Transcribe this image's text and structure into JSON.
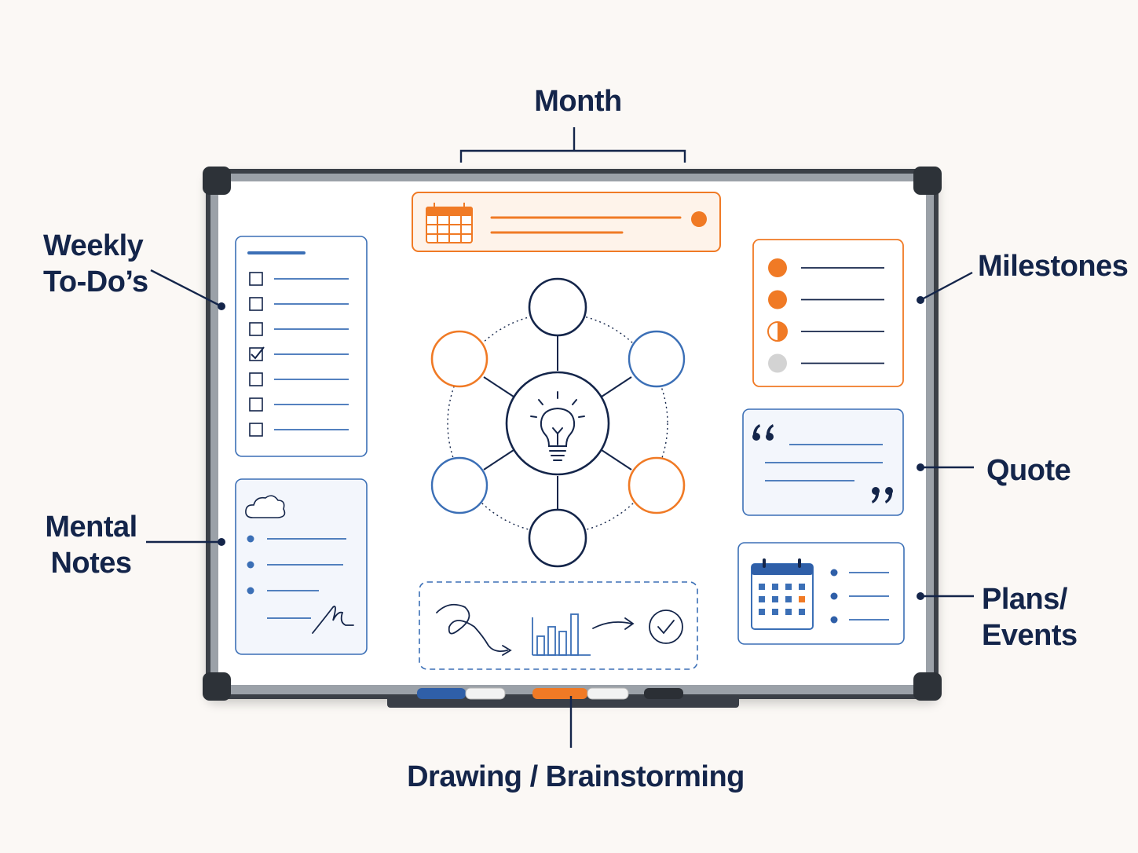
{
  "callouts": {
    "month": "Month",
    "weekly_line1": "Weekly",
    "weekly_line2": "To-Do’s",
    "mental_line1": "Mental",
    "mental_line2": "Notes",
    "milestones": "Milestones",
    "quote": "Quote",
    "plans_line1": "Plans/",
    "plans_line2": "Events",
    "drawing": "Drawing / Brainstorming"
  },
  "colors": {
    "navy": "#14254a",
    "blue": "#3b6fb6",
    "orange": "#f07a25",
    "grey": "#d3d3d3",
    "frame": "#3a3f47",
    "board": "#ffffff",
    "background": "#fbf8f5"
  },
  "icons": {
    "month_panel": "calendar-icon",
    "center": "lightbulb-icon",
    "mental_notes": "cloud-icon",
    "quote_open": "quote-open-icon",
    "quote_close": "quote-close-icon",
    "plans": "calendar-icon",
    "drawing": [
      "squiggle-icon",
      "bar-chart-icon",
      "arrow-right-icon",
      "check-circle-icon"
    ]
  },
  "weekly_todos": {
    "checked": [
      false,
      false,
      false,
      true,
      false,
      false,
      false
    ]
  },
  "milestones": {
    "progress": [
      1,
      1,
      0.5,
      0
    ]
  }
}
